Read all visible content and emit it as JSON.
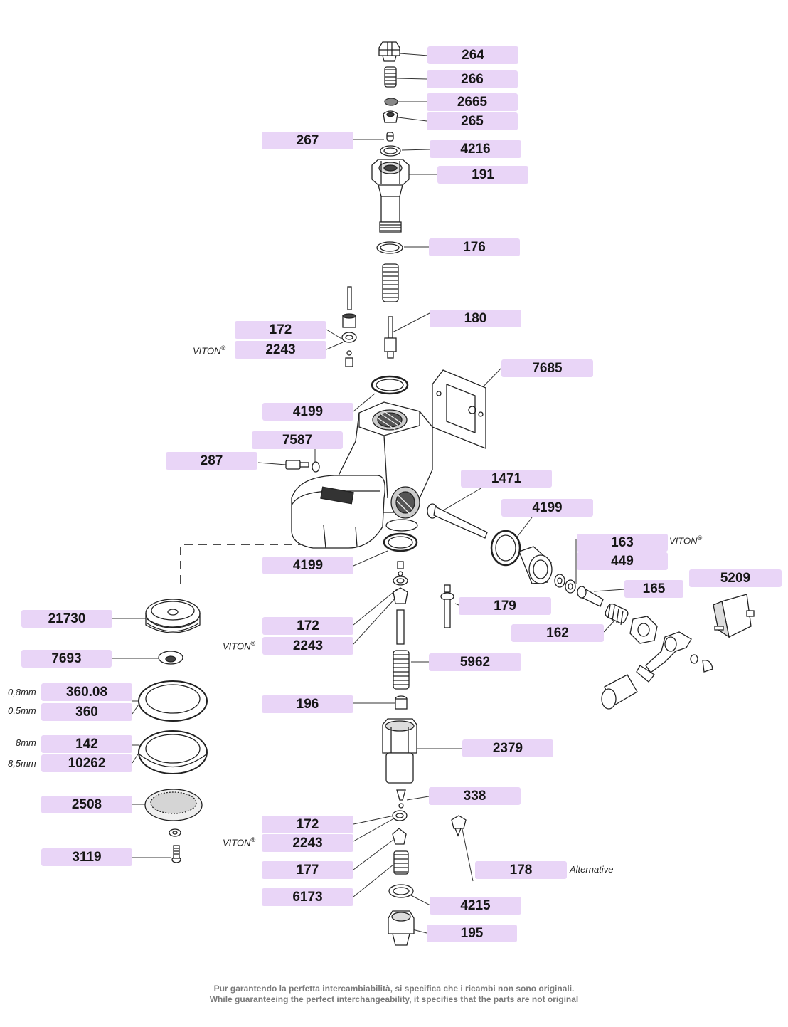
{
  "parts": {
    "p264": "264",
    "p266": "266",
    "p2665": "2665",
    "p265": "265",
    "p267": "267",
    "p4216": "4216",
    "p191": "191",
    "p176": "176",
    "p180": "180",
    "p172a": "172",
    "p2243a": "2243",
    "p7685": "7685",
    "p4199a": "4199",
    "p7587": "7587",
    "p287": "287",
    "p1471": "1471",
    "p4199b": "4199",
    "p163": "163",
    "p449": "449",
    "p5209": "5209",
    "p165": "165",
    "p4199c": "4199",
    "p21730": "21730",
    "p172b": "172",
    "p2243b": "2243",
    "p179": "179",
    "p162": "162",
    "p7693": "7693",
    "p5962": "5962",
    "p36008": "360.08",
    "p360": "360",
    "p196": "196",
    "p142": "142",
    "p10262": "10262",
    "p2379": "2379",
    "p2508": "2508",
    "p338": "338",
    "p172c": "172",
    "p2243c": "2243",
    "p178": "178",
    "p3119": "3119",
    "p177": "177",
    "p6173": "6173",
    "p4215": "4215",
    "p195": "195"
  },
  "notes": {
    "viton": "VITON",
    "reg": "®",
    "mm08": "0,8mm",
    "mm05": "0,5mm",
    "mm8": "8mm",
    "mm85": "8,5mm",
    "alternative": "Alternative"
  },
  "footer": {
    "line1": "Pur garantendo la perfetta intercambiabilità, si specifica che i ricambi non sono originali.",
    "line2": "While guaranteeing the perfect interchangeability, it specifies that the parts are not original"
  }
}
